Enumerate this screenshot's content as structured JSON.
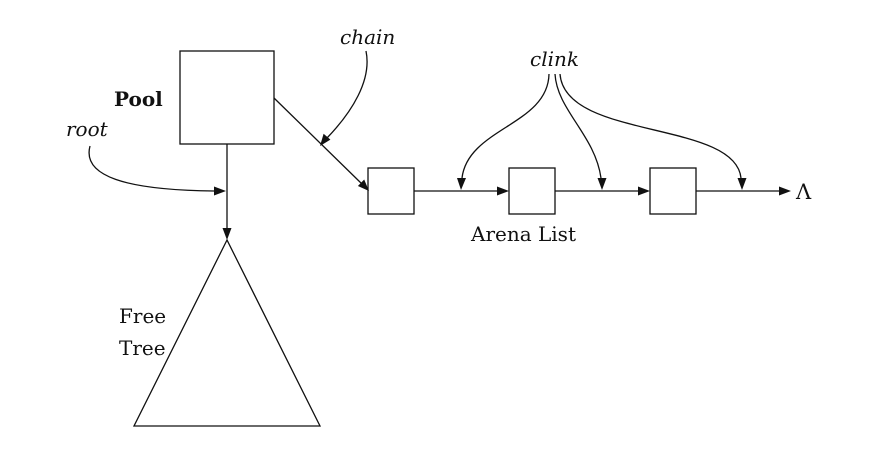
{
  "diagram": {
    "pool_label": "Pool",
    "root_label": "root",
    "chain_label": "chain",
    "clink_label": "clink",
    "arena_list_label": "Arena List",
    "free_tree_line1": "Free",
    "free_tree_line2": "Tree",
    "terminator_label": "Λ"
  }
}
